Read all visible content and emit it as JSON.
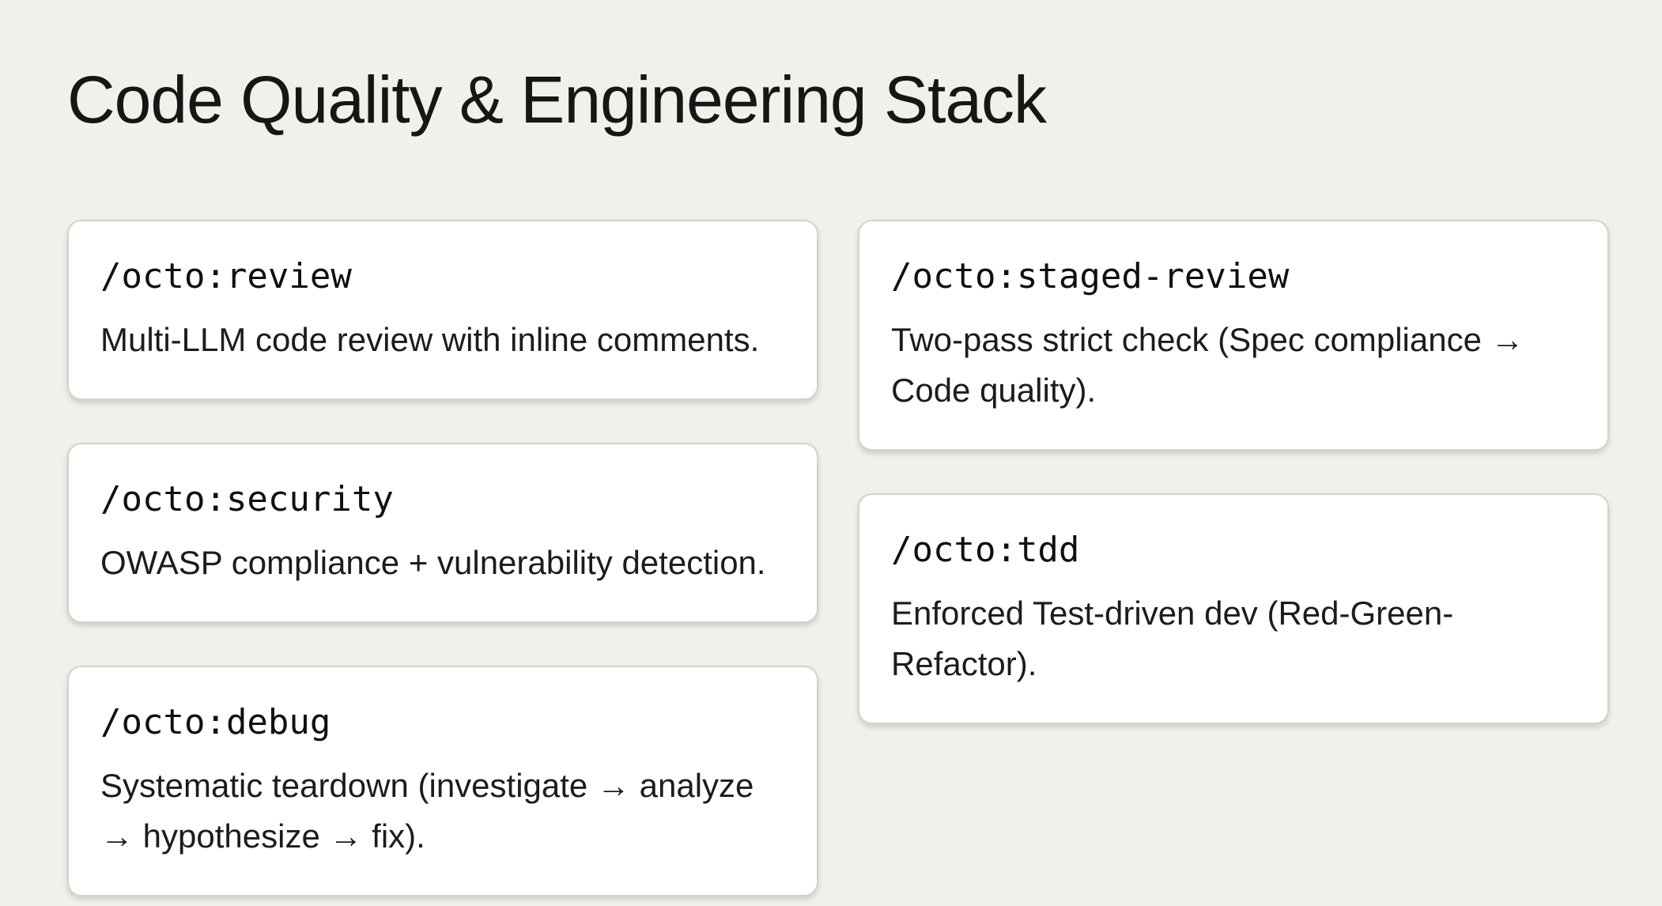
{
  "title": "Code Quality & Engineering Stack",
  "colors": {
    "page_background": "#f1f0ea",
    "card_background": "#ffffff",
    "card_border": "#d4d2ce",
    "text": "#1a1a1a"
  },
  "cards": [
    {
      "command": "/octo:review",
      "description": "Multi-LLM code review with inline comments.",
      "column": "left"
    },
    {
      "command": "/octo:security",
      "description": "OWASP compliance + vulnerability detection.",
      "column": "left"
    },
    {
      "command": "/octo:debug",
      "description": "Systematic teardown (investigate → analyze → hypothesize → fix).",
      "column": "left"
    },
    {
      "command": "/octo:staged-review",
      "description": "Two-pass strict check (Spec compliance → Code quality).",
      "column": "right"
    },
    {
      "command": "/octo:tdd",
      "description": "Enforced Test-driven dev (Red-Green-Refactor).",
      "column": "right"
    }
  ]
}
